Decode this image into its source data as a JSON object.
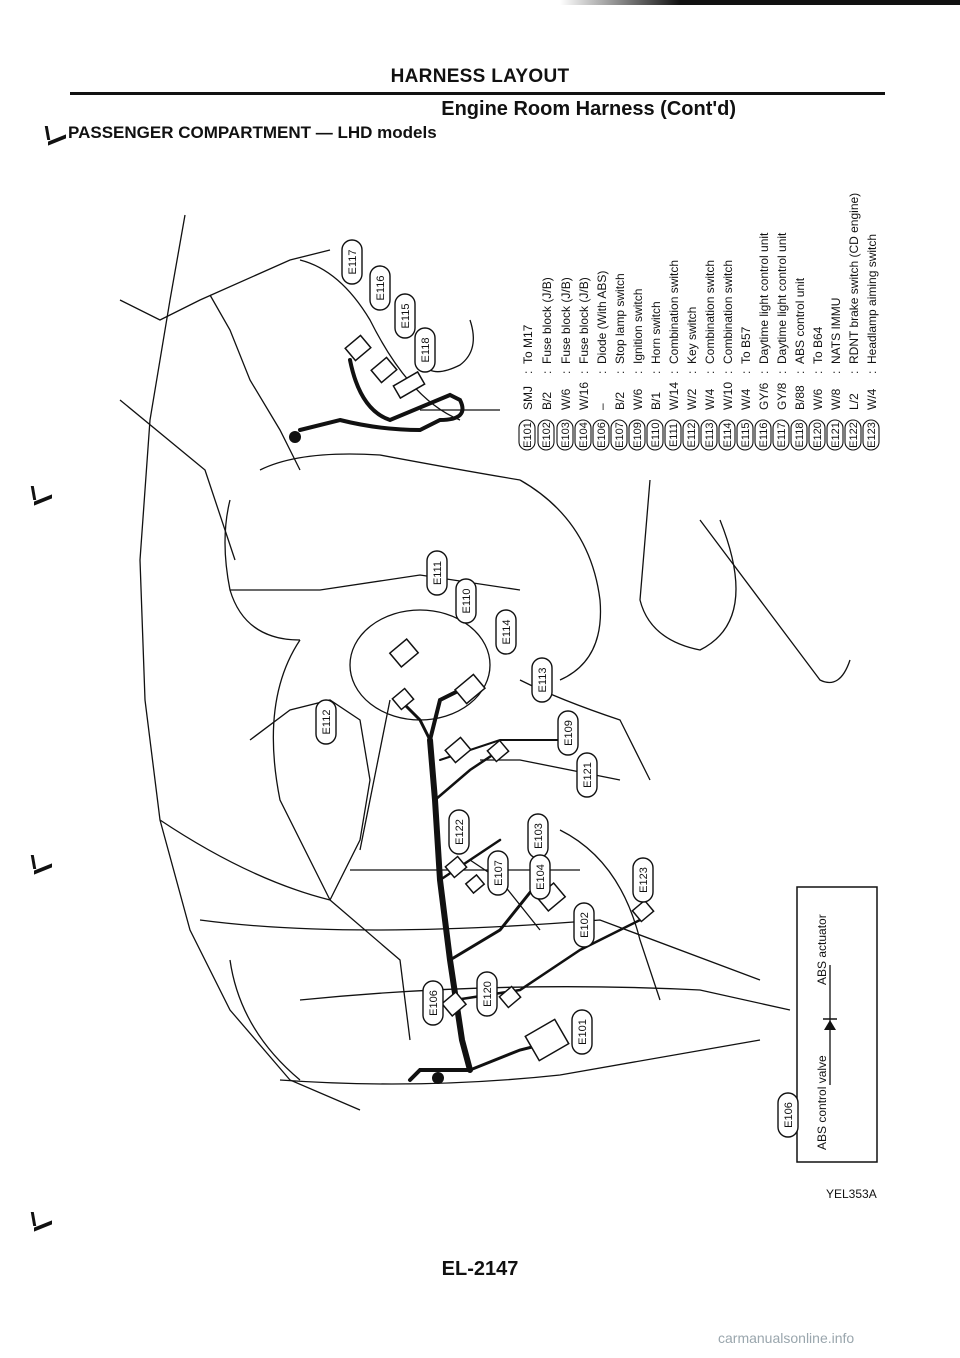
{
  "header": {
    "title": "HARNESS LAYOUT",
    "subtitle": "Engine Room Harness (Cont'd)",
    "section": "PASSENGER COMPARTMENT — LHD models"
  },
  "legend": [
    {
      "code": "E101",
      "color": "SMJ",
      "desc": "To M17"
    },
    {
      "code": "E102",
      "color": "B/2",
      "desc": "Fuse block (J/B)"
    },
    {
      "code": "E103",
      "color": "W/6",
      "desc": "Fuse block (J/B)"
    },
    {
      "code": "E104",
      "color": "W/16",
      "desc": "Fuse block (J/B)"
    },
    {
      "code": "E106",
      "color": "–",
      "desc": "Diode (With ABS)"
    },
    {
      "code": "E107",
      "color": "B/2",
      "desc": "Stop lamp switch"
    },
    {
      "code": "E109",
      "color": "W/6",
      "desc": "Ignition switch"
    },
    {
      "code": "E110",
      "color": "B/1",
      "desc": "Horn switch"
    },
    {
      "code": "E111",
      "color": "W/14",
      "desc": "Combination switch"
    },
    {
      "code": "E112",
      "color": "W/2",
      "desc": "Key switch"
    },
    {
      "code": "E113",
      "color": "W/4",
      "desc": "Combination switch"
    },
    {
      "code": "E114",
      "color": "W/10",
      "desc": "Combination switch"
    },
    {
      "code": "E115",
      "color": "W/4",
      "desc": "To B57"
    },
    {
      "code": "E116",
      "color": "GY/6",
      "desc": "Daytime light control unit"
    },
    {
      "code": "E117",
      "color": "GY/8",
      "desc": "Daytime light control unit"
    },
    {
      "code": "E118",
      "color": "B/88",
      "desc": "ABS control unit"
    },
    {
      "code": "E120",
      "color": "W/6",
      "desc": "To B64"
    },
    {
      "code": "E121",
      "color": "W/8",
      "desc": "NATS IMMU"
    },
    {
      "code": "E122",
      "color": "L/2",
      "desc": "RDNT brake switch (CD engine)"
    },
    {
      "code": "E123",
      "color": "W/4",
      "desc": "Headlamp aiming switch"
    }
  ],
  "callouts": [
    "E117",
    "E116",
    "E115",
    "E118",
    "E111",
    "E110",
    "E114",
    "E113",
    "E112",
    "E109",
    "E121",
    "E122",
    "E103",
    "E107",
    "E104",
    "E123",
    "E102",
    "E106",
    "E120",
    "E101"
  ],
  "inset": {
    "code": "E106",
    "left_label": "ABS control valve",
    "right_label": "ABS actuator"
  },
  "footer": {
    "doc_code": "YEL353A",
    "page": "EL-2147",
    "watermark": "carmanualsonline.info"
  }
}
